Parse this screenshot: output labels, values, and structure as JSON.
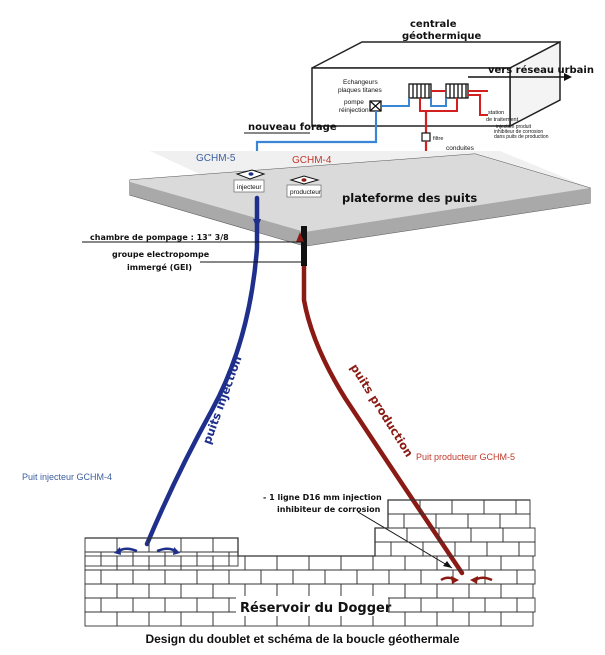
{
  "plant": {
    "title_line1": "centrale",
    "title_line2": "géothermique",
    "exchanger_line1": "Echangeurs",
    "exchanger_line2": "plaques titanes",
    "pump_line1": "pompe",
    "pump_line2": "réinjection",
    "network": "vers réseau urbain",
    "treatment_line1": "station",
    "treatment_line2": "de traitement",
    "injection_line1": "injection produit",
    "injection_line2": "inhibiteur de corrosion",
    "injection_line3": "dans puits de production",
    "filter": "filtre"
  },
  "surface": {
    "new_drilling": "nouveau forage",
    "well_left": "GCHM-5",
    "well_right": "GCHM-4",
    "conduits": "conduites",
    "injector": "injecteur",
    "producer": "producteur",
    "platform": "plateforme des puits"
  },
  "downhole": {
    "pump_chamber": "chambre de pompage : 13\" 3/8",
    "pump_group_line1": "groupe electropompe",
    "pump_group_line2": "immergé (GEI)",
    "injection_well": "puits injection",
    "production_well": "puits production",
    "injector_label": "Puit injecteur GCHM-4",
    "producer_label": "Puit producteur GCHM-5",
    "line_note_line1": "- 1 ligne D16 mm injection",
    "line_note_line2": "inhibiteur de corrosion",
    "reservoir": "Réservoir du Dogger"
  },
  "caption": "Design du doublet et schéma de la boucle géothermale",
  "colors": {
    "injection": "#1f2f8c",
    "production": "#8b1a14",
    "hot": "#d22020",
    "cold": "#3a86d4",
    "label_blue": "#3c5fa0",
    "label_red": "#c0392b"
  }
}
